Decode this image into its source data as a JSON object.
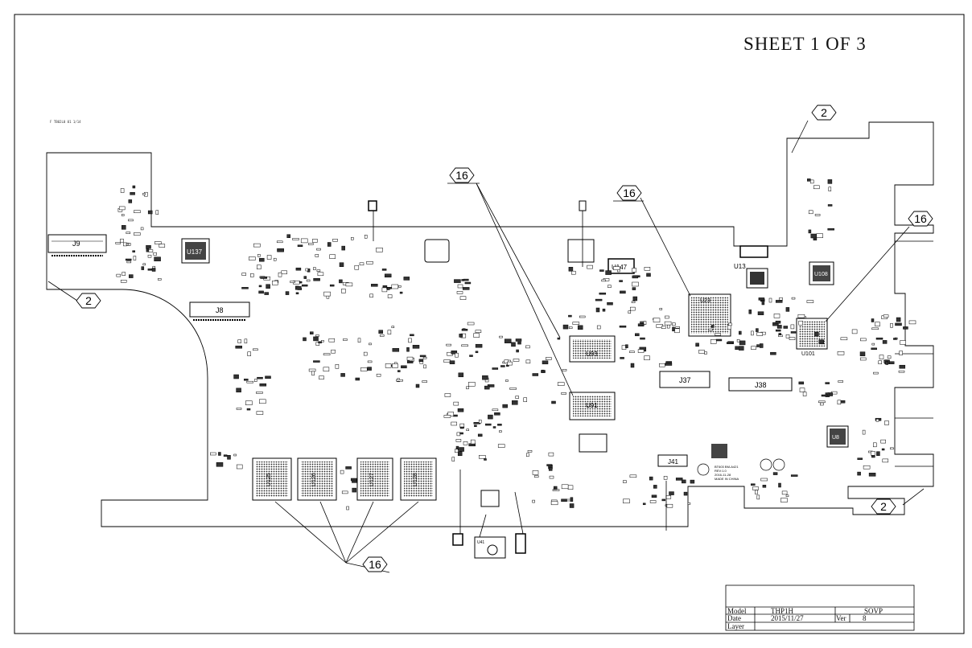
{
  "sheet": {
    "title": "SHEET 1 OF 3",
    "note": "F TB02L0 01 1/14"
  },
  "callouts": [
    {
      "id": "c2-top",
      "label": "2"
    },
    {
      "id": "c2-left",
      "label": "2"
    },
    {
      "id": "c2-bottom-right",
      "label": "2"
    },
    {
      "id": "c16-top-left",
      "label": "16"
    },
    {
      "id": "c16-top-mid",
      "label": "16"
    },
    {
      "id": "c16-right",
      "label": "16"
    },
    {
      "id": "c16-bottom",
      "label": "16"
    }
  ],
  "components": {
    "J9": "J9",
    "J8": "J8",
    "U137": "U137",
    "U147": "U147",
    "U13": "U13",
    "U23": "U23",
    "U108": "U108",
    "U93": "U93",
    "U91": "U91",
    "U101": "U101",
    "J37": "J37",
    "J38": "J38",
    "J41": "J41",
    "U8": "U8",
    "U41": "U41",
    "U125": "U125",
    "U126": "U126",
    "U127": "U127",
    "U128": "U128"
  },
  "silkscreen": {
    "line1": "BT603 BM-A421",
    "line2": "REV:1.0",
    "line3": "2016-11-28",
    "line4": "MADE IN CHINA"
  },
  "title_block": {
    "model_label": "Model",
    "model_value": "THP1H",
    "model_extra": "SOVP",
    "date_label": "Date",
    "date_value": "2015/11/27",
    "ver_label": "Ver",
    "ver_value": "8",
    "layer_label": "Layer",
    "layer_value": ""
  }
}
